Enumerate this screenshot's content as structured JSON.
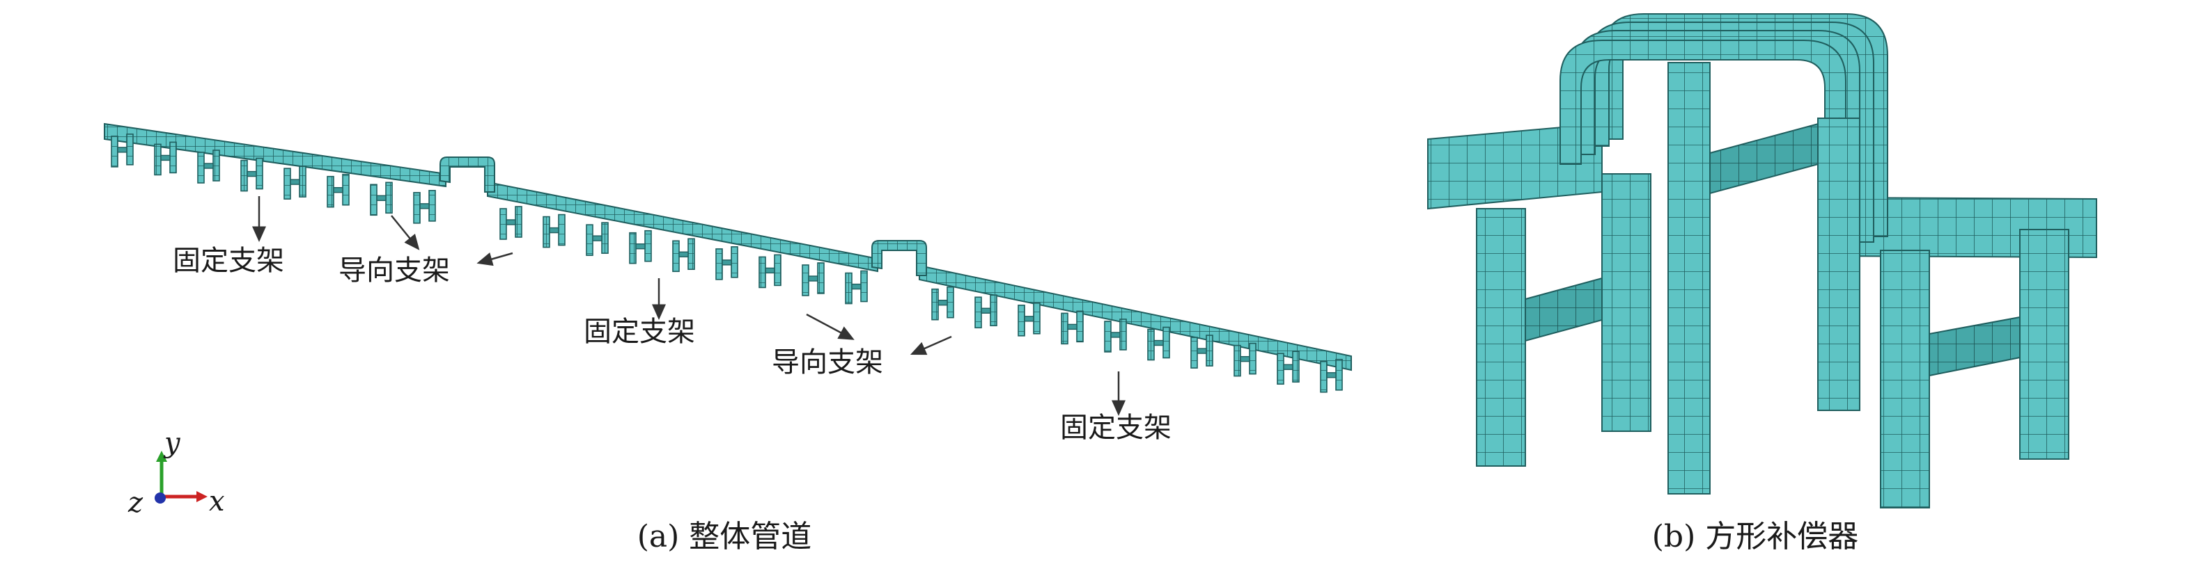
{
  "colors": {
    "mesh_fill": "#5ec4c4",
    "mesh_line": "#1f5e5e",
    "mesh_shade": "#3f9c9c",
    "arrow": "#333333",
    "axis_x": "#cc2222",
    "axis_y": "#2aa02a",
    "axis_z": "#2233aa"
  },
  "panel_a": {
    "caption": "(a) 整体管道",
    "annotations": [
      {
        "text": "固定支架"
      },
      {
        "text": "导向支架"
      },
      {
        "text": "固定支架"
      },
      {
        "text": "导向支架"
      },
      {
        "text": "固定支架"
      }
    ],
    "axes": {
      "x": "x",
      "y": "y",
      "z": "z"
    }
  },
  "panel_b": {
    "caption": "(b) 方形补偿器"
  }
}
